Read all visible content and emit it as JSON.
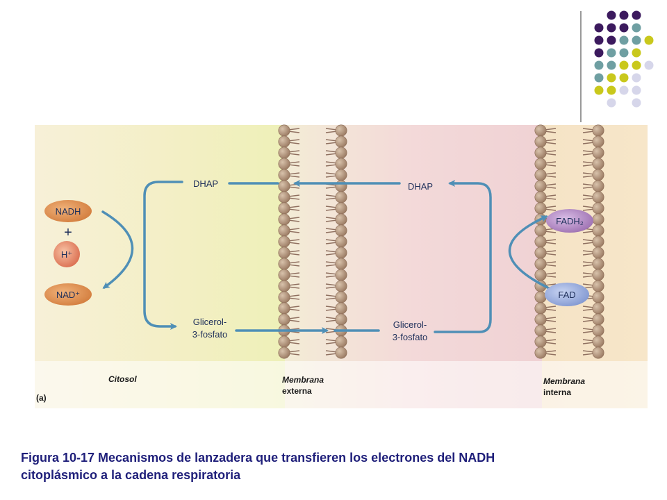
{
  "decoration": {
    "dot_colors": {
      "purple": "#3c1a5e",
      "teal": "#6f9fa2",
      "yellow": "#c9c81c",
      "lavender": "#d6d6ea"
    }
  },
  "figure": {
    "panel_label": "(a)",
    "regions": {
      "cytosol": "Citosol",
      "outer_membrane": [
        "Membrana",
        "externa"
      ],
      "inner_membrane": [
        "Membrana",
        "interna"
      ]
    },
    "molecules": {
      "nadh": "NADH",
      "plus": "+",
      "h_plus": "H⁺",
      "nad_plus": "NAD⁺",
      "fadh2": "FADH₂",
      "fad": "FAD"
    },
    "metabolites": {
      "dhap_cytosol": "DHAP",
      "dhap_intermembrane": "DHAP",
      "g3p_cytosol": [
        "Glicerol-",
        "3-fosfato"
      ],
      "g3p_intermembrane": [
        "Glicerol-",
        "3-fosfato"
      ]
    },
    "colors": {
      "arrow": "#4f8fb6",
      "nadh_oval": "#d9894a",
      "h_oval": "#e2876a",
      "fad_oval": "#8fa4d8",
      "fadh2_oval": "#a97cb8",
      "lipid_head": "#a88970",
      "lipid_tail": "#8e6f5f"
    }
  },
  "caption": {
    "line1": "Figura 10-17 Mecanismos de lanzadera que transfieren los electrones del NADH",
    "line2": "citoplásmico a la cadena respiratoria"
  }
}
